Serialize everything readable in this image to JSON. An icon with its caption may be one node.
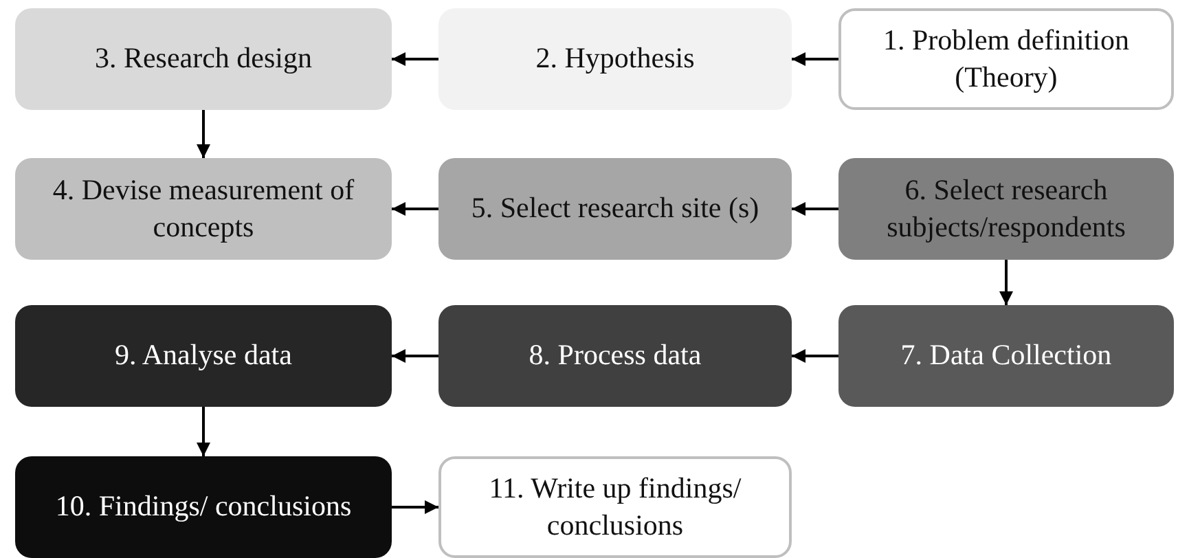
{
  "diagram": {
    "nodes": [
      {
        "text": [
          "1. Problem definition (Theory)"
        ]
      },
      {
        "text": [
          "2. Hypothesis"
        ]
      },
      {
        "text": [
          "3. Research design"
        ]
      },
      {
        "text": [
          "4. Devise measurement of concepts"
        ]
      },
      {
        "text": [
          "5. Select research site (s)"
        ]
      },
      {
        "text": [
          "6. Select research subjects/respondents"
        ]
      },
      {
        "text": [
          "7. Data Collection"
        ]
      },
      {
        "text": [
          "8. Process data"
        ]
      },
      {
        "text": [
          "9. Analyse data"
        ]
      },
      {
        "text": [
          "10. Findings/ conclusions"
        ]
      },
      {
        "text": [
          "11. Write up findings/ conclusions"
        ]
      }
    ],
    "edges": [
      {
        "from": 0,
        "to": 1,
        "arrow": "to"
      },
      {
        "from": 1,
        "to": 2,
        "arrow": "to"
      },
      {
        "from": 2,
        "to": 3,
        "arrow": "to"
      },
      {
        "from": 4,
        "to": 3,
        "arrow": "to"
      },
      {
        "from": 5,
        "to": 4,
        "arrow": "to"
      },
      {
        "from": 5,
        "to": 6,
        "arrow": "to"
      },
      {
        "from": 6,
        "to": 7,
        "arrow": "to"
      },
      {
        "from": 7,
        "to": 8,
        "arrow": "to"
      },
      {
        "from": 8,
        "to": 9,
        "arrow": "to"
      },
      {
        "from": 9,
        "to": 10,
        "arrow": "to"
      }
    ]
  }
}
